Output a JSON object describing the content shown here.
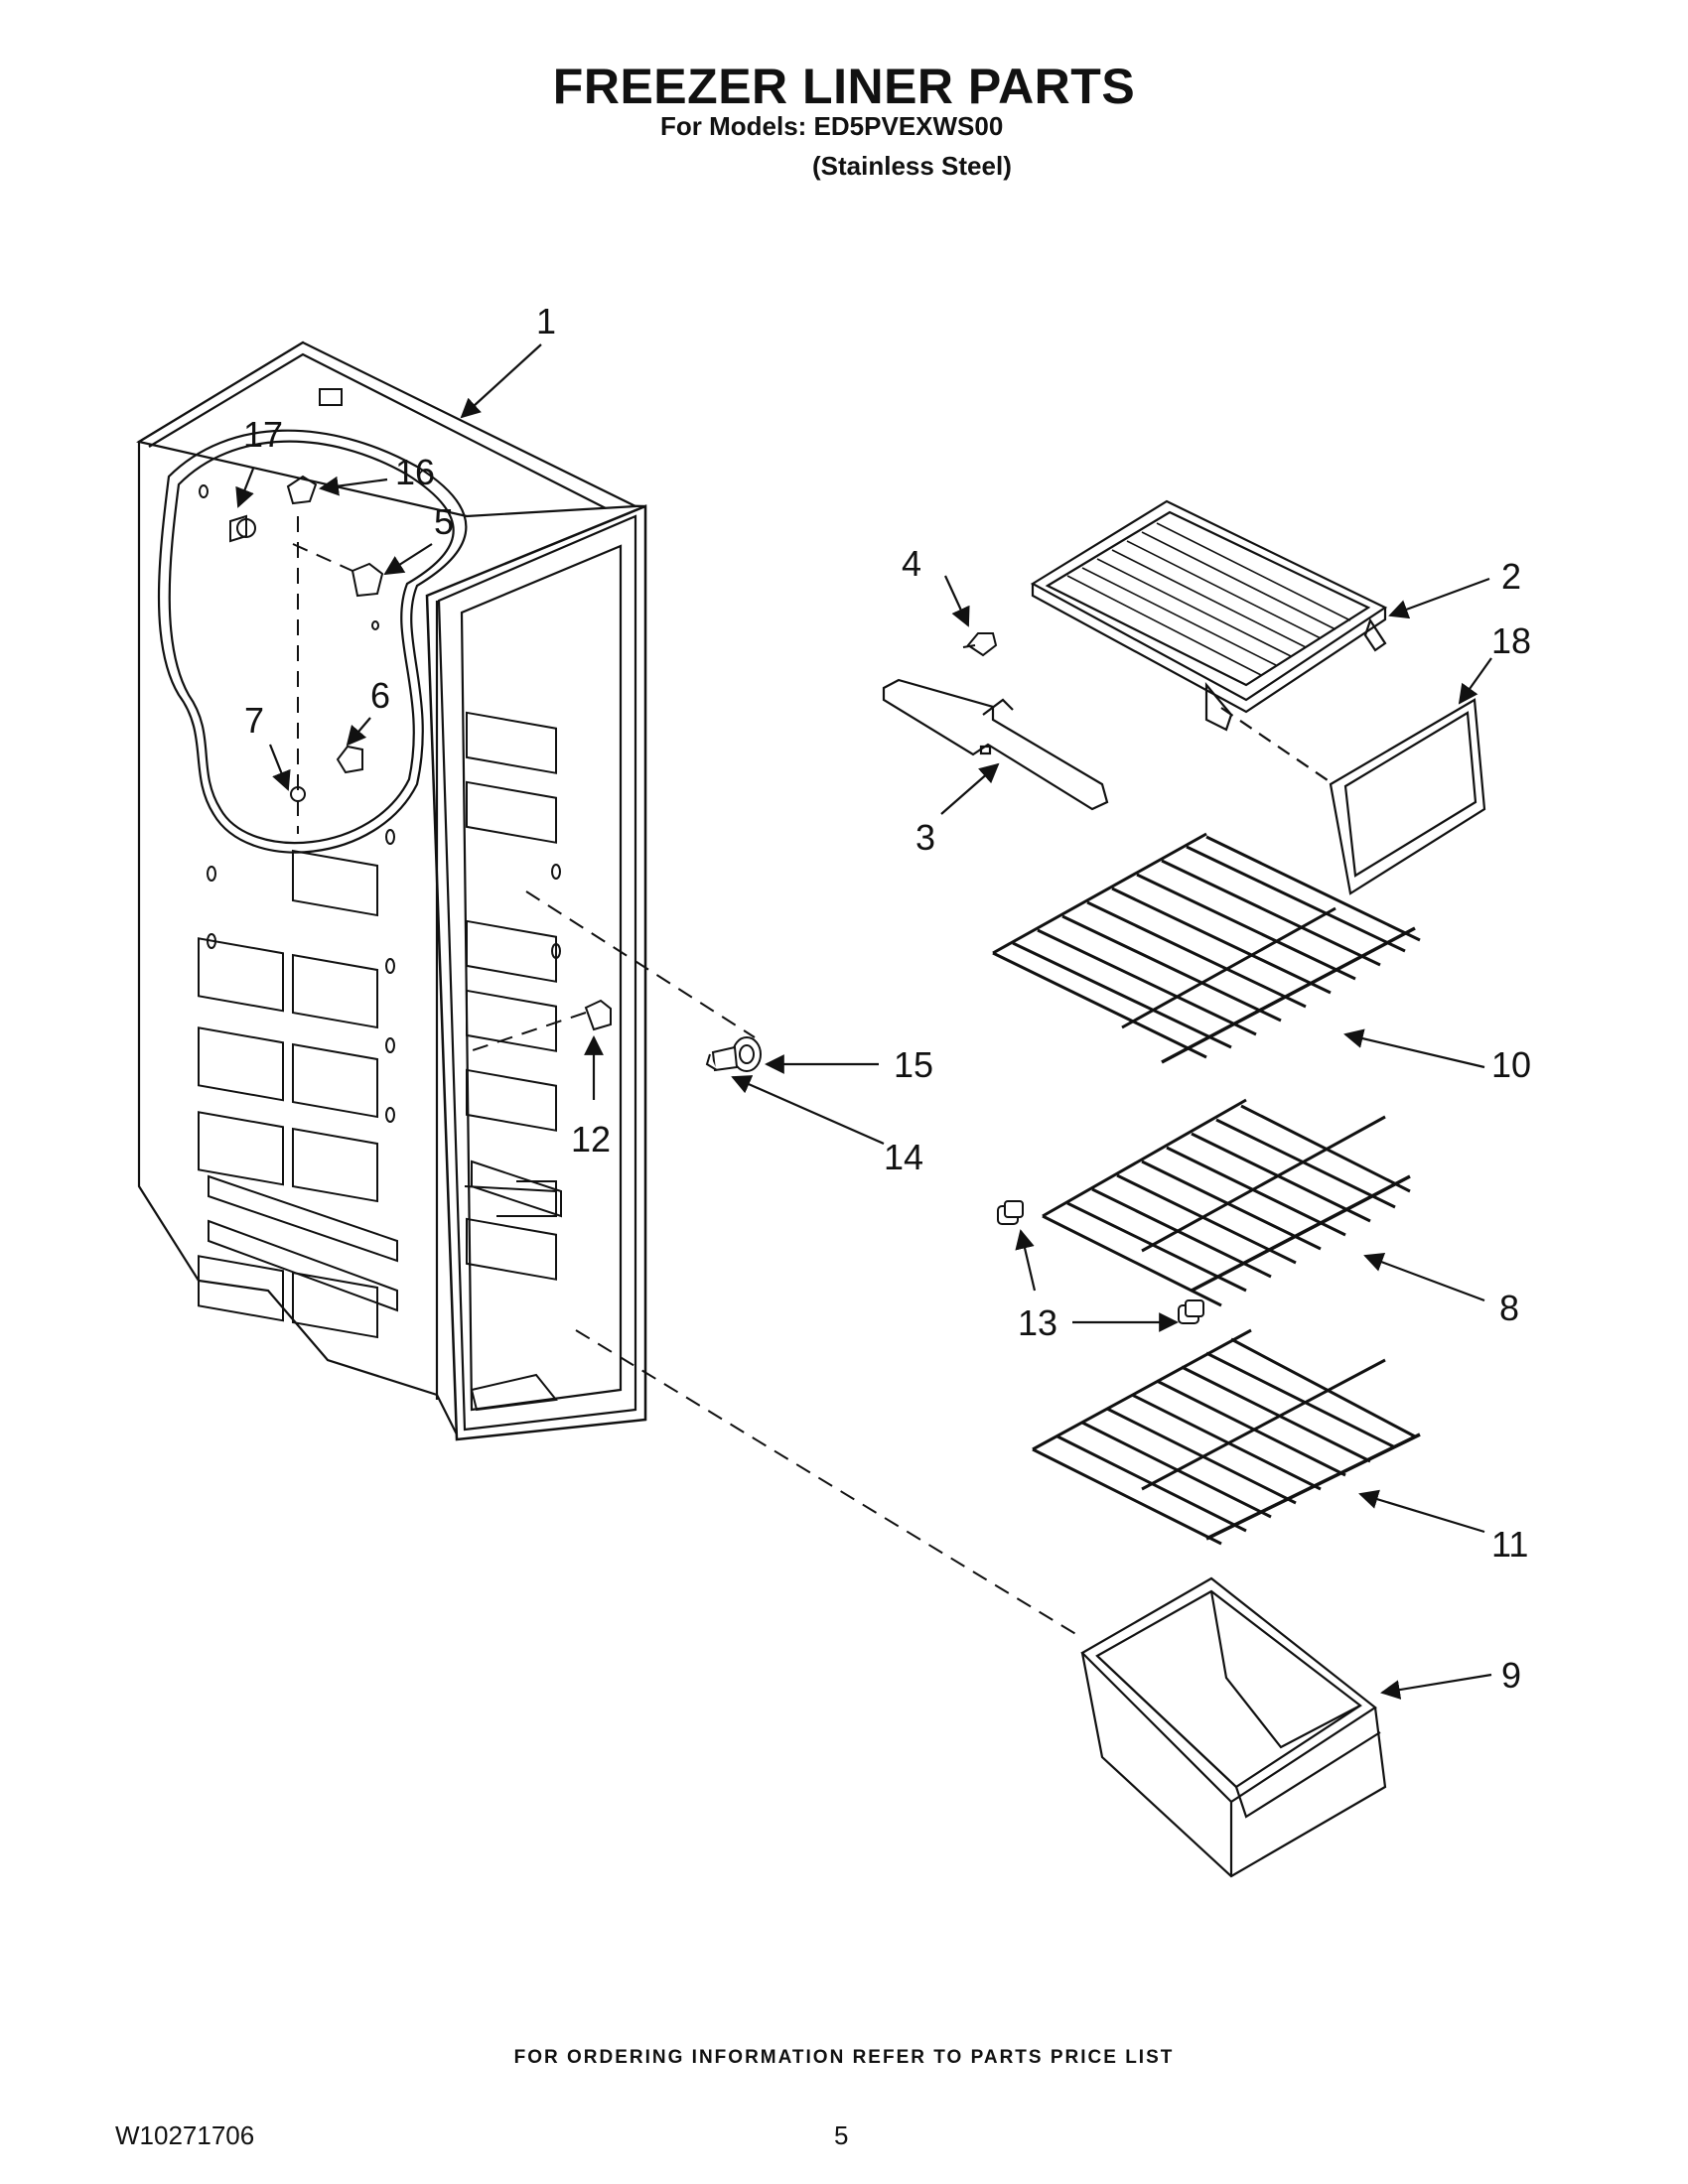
{
  "header": {
    "title": "FREEZER LINER PARTS",
    "models_line": "For Models: ED5PVEXWS00",
    "variant": "(Stainless Steel)"
  },
  "callouts": [
    "1",
    "2",
    "3",
    "4",
    "5",
    "6",
    "7",
    "8",
    "9",
    "10",
    "11",
    "12",
    "13",
    "14",
    "15",
    "16",
    "17",
    "18"
  ],
  "footer": {
    "note": "FOR ORDERING INFORMATION REFER TO PARTS PRICE LIST",
    "doc_number": "W10271706",
    "page_number": "5"
  }
}
